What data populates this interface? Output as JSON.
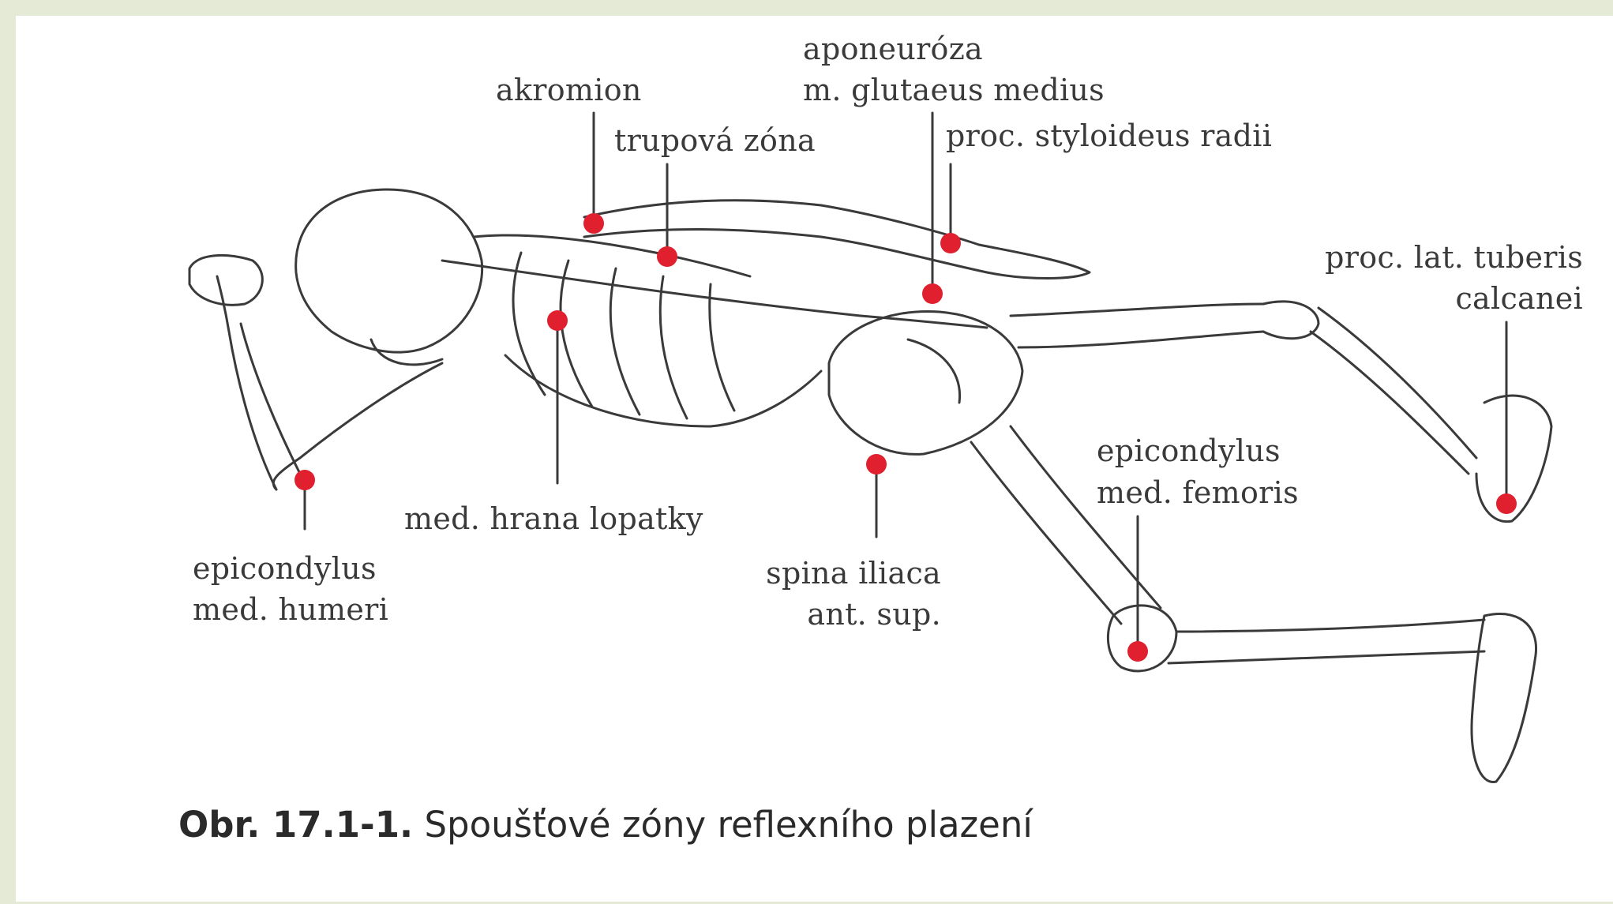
{
  "figure": {
    "caption_number": "Obr. 17.1-1.",
    "caption_text": "Spoušťové zóny reflexního plazení",
    "colors": {
      "background": "#e4ead6",
      "card": "#ffffff",
      "line": "#3a3a3a",
      "trigger_point": "#e0202e"
    },
    "labels": {
      "akromion": "akromion",
      "trupova_zona": "trupová zóna",
      "aponeuroza_1": "aponeuróza",
      "aponeuroza_2": "m. glutaeus medius",
      "styloideus": "proc. styloideus radii",
      "calcanei_1": "proc. lat. tuberis",
      "calcanei_2": "calcanei",
      "femoris_1": "epicondylus",
      "femoris_2": "med. femoris",
      "lopatky": "med. hrana lopatky",
      "humeri_1": "epicondylus",
      "humeri_2": "med. humeri",
      "iliaca_1": "spina iliaca",
      "iliaca_2": "ant. sup."
    }
  }
}
